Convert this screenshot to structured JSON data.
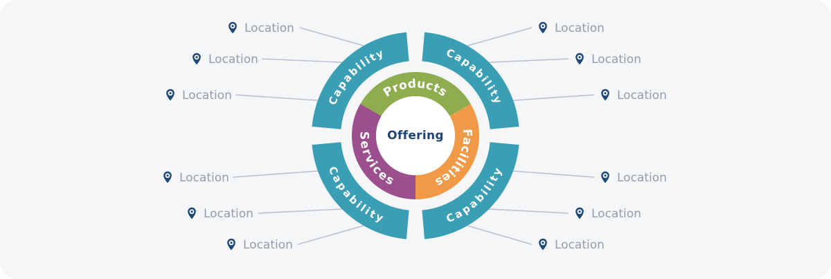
{
  "surface": {
    "background": "#f4f6f8"
  },
  "wheel": {
    "center_label": "Offering",
    "center_text_color": "#1f4373",
    "center_fill": "#ffffff",
    "ring_color": "#3a9fb5",
    "label_text_color": "#ffffff",
    "segments": [
      {
        "label": "Products",
        "color": "#8dad4f"
      },
      {
        "label": "Services",
        "color": "#9c4f8d"
      },
      {
        "label": "Facilities",
        "color": "#f09a47"
      }
    ],
    "capability_labels": [
      {
        "label": "Capability",
        "position": "top-left"
      },
      {
        "label": "Capability",
        "position": "top-right"
      },
      {
        "label": "Capability",
        "position": "bottom-left"
      },
      {
        "label": "Capability",
        "position": "bottom-right"
      }
    ]
  },
  "callouts": {
    "pin_color": "#1f4778",
    "text_color": "#939daa",
    "line_color": "#b8c2cf",
    "items": [
      {
        "label": "Location",
        "side": "left",
        "row": 1
      },
      {
        "label": "Location",
        "side": "left",
        "row": 2
      },
      {
        "label": "Location",
        "side": "left",
        "row": 3
      },
      {
        "label": "Location",
        "side": "left",
        "row": 4
      },
      {
        "label": "Location",
        "side": "left",
        "row": 5
      },
      {
        "label": "Location",
        "side": "left",
        "row": 6
      },
      {
        "label": "Location",
        "side": "right",
        "row": 1
      },
      {
        "label": "Location",
        "side": "right",
        "row": 2
      },
      {
        "label": "Location",
        "side": "right",
        "row": 3
      },
      {
        "label": "Location",
        "side": "right",
        "row": 4
      },
      {
        "label": "Location",
        "side": "right",
        "row": 5
      },
      {
        "label": "Location",
        "side": "right",
        "row": 6
      }
    ]
  }
}
